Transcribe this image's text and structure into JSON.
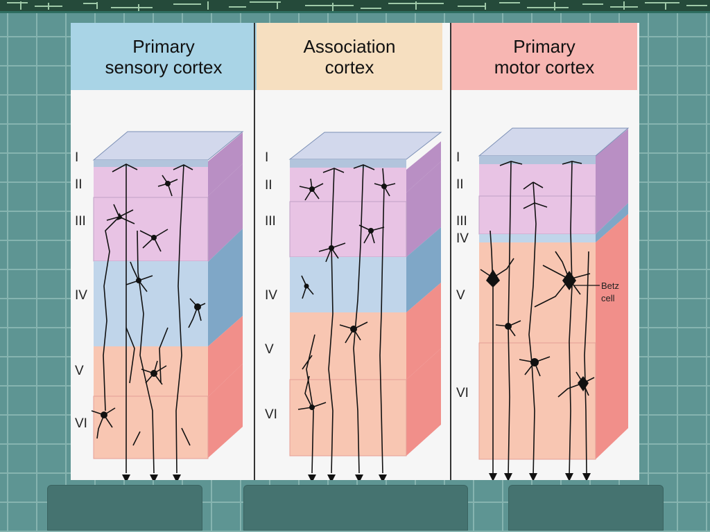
{
  "panels": [
    {
      "title": "Primary\nsensory cortex",
      "header_color": "#a9d4e6"
    },
    {
      "title": "Association\ncortex",
      "header_color": "#f6dfc0"
    },
    {
      "title": "Primary\nmotor cortex",
      "header_color": "#f7b6b2"
    }
  ],
  "layers": {
    "sensory": [
      "I",
      "II",
      "III",
      "IV",
      "V",
      "VI"
    ],
    "association": [
      "I",
      "II",
      "III",
      "IV",
      "V",
      "VI"
    ],
    "motor": [
      "I",
      "II",
      "III",
      "IV",
      "V",
      "VI"
    ]
  },
  "annotation": {
    "line1": "Betz",
    "line2": "cell"
  },
  "colors": {
    "layer_I": "#d2d8ec",
    "layer_II_III": "#e8c3e4",
    "layer_IV": "#c0d5ea",
    "layer_V_VI": "#f8c6b2"
  }
}
